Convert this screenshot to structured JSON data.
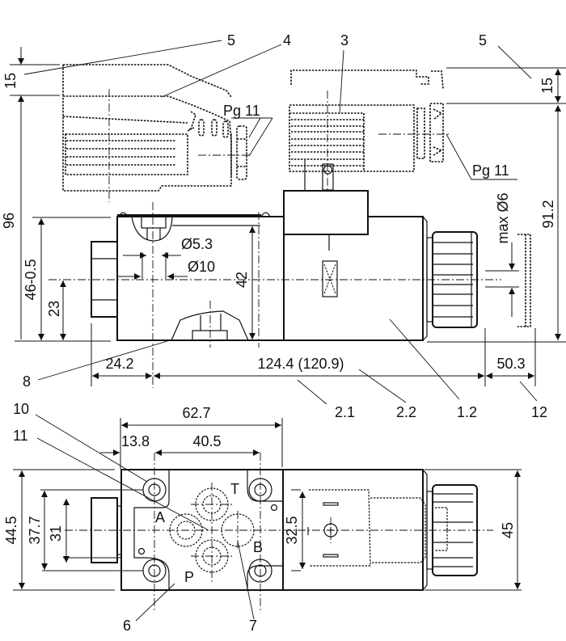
{
  "drawing": {
    "title": "Solenoid directional valve dimension drawing",
    "colors": {
      "line": "#111111",
      "background": "#ffffff"
    }
  },
  "item_numbers": {
    "n1_2": "1.2",
    "n2_1": "2.1",
    "n2_2": "2.2",
    "n3": "3",
    "n4": "4",
    "n5_left": "5",
    "n5_right": "5",
    "n6": "6",
    "n7": "7",
    "n8": "8",
    "n10": "10",
    "n11": "11",
    "n12": "12"
  },
  "dimensions": {
    "d15_left": "15",
    "d15_right": "15",
    "d96": "96",
    "d46": "46-0.5",
    "d23": "23",
    "d42": "42",
    "d91_2": "91.2",
    "dia5_3": "Ø5.3",
    "dia10": "Ø10",
    "max_dia6": "max Ø6",
    "d24_2": "24.2",
    "d124_4": "124.4 (120.9)",
    "d50_3": "50.3",
    "d62_7": "62.7",
    "d13_8": "13.8",
    "d40_5": "40.5",
    "d44_5": "44.5",
    "d37_7": "37.7",
    "d31": "31",
    "d32_5": "32.5",
    "d45": "45"
  },
  "thread_labels": {
    "pg11_left": "Pg 11",
    "pg11_right": "Pg 11"
  },
  "port_labels": {
    "a": "A",
    "b": "B",
    "p": "P",
    "t": "T"
  }
}
